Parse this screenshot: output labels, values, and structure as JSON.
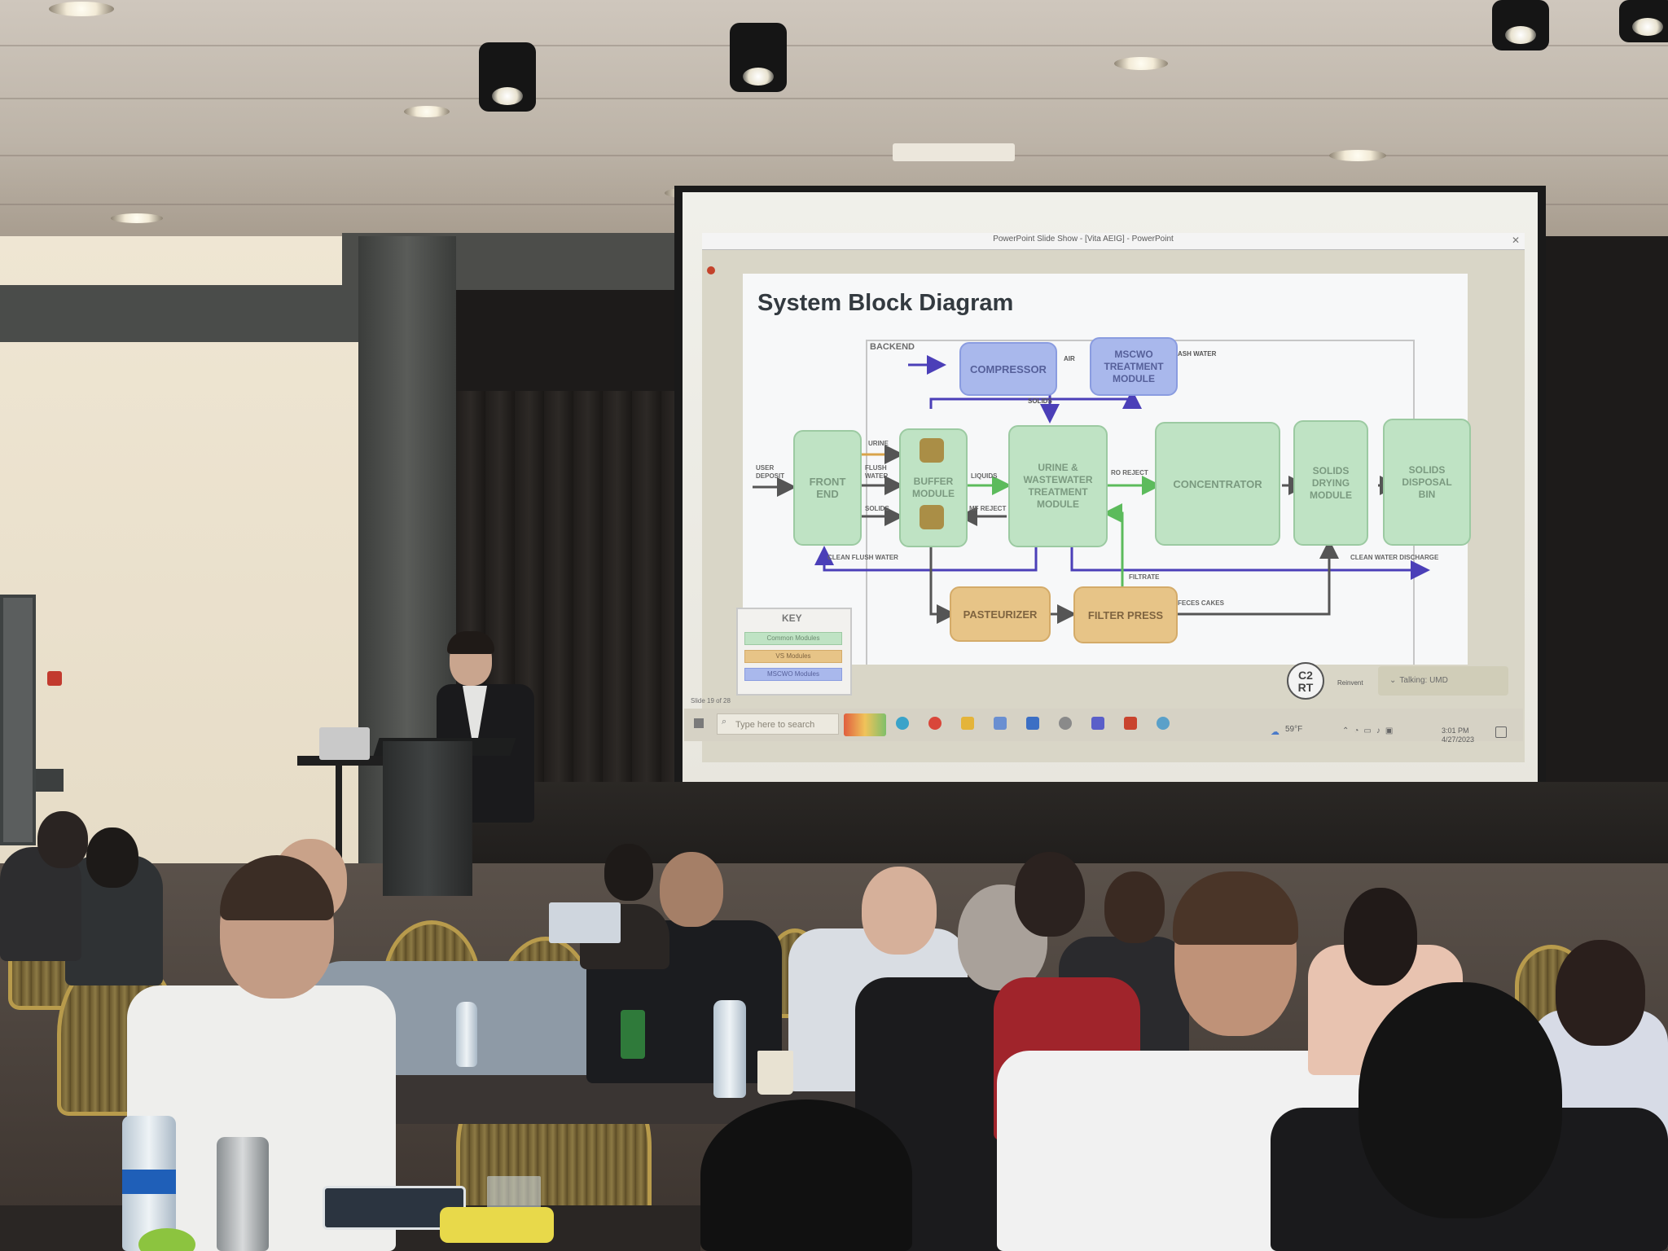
{
  "slideshow": {
    "window_title": "PowerPoint Slide Show - [Vita AEIG] - PowerPoint",
    "slide_title": "System Block Diagram",
    "slide_counter": "Slide 19 of 28"
  },
  "diagram": {
    "region_label": "BACKEND",
    "blocks": {
      "compressor": "COMPRESSOR",
      "mscwo": "MSCWO\nTREATMENT\nMODULE",
      "front_end": "FRONT\nEND",
      "buffer": "BUFFER\nMODULE",
      "urine_treatment": "URINE &\nWASTEWATER\nTREATMENT\nMODULE",
      "concentrator": "CONCENTRATOR",
      "solids_drying": "SOLIDS\nDRYING\nMODULE",
      "solids_disposal": "SOLIDS\nDISPOSAL\nBIN",
      "pasteurizer": "PASTEURIZER",
      "filter_press": "FILTER PRESS"
    },
    "flow_labels": {
      "air": "AIR",
      "ash_water": "ASH WATER",
      "solids_top": "SOLIDS",
      "user_deposit": "USER\nDEPOSIT",
      "urine": "URINE",
      "flush_water": "FLUSH\nWATER",
      "solids_left": "SOLIDS",
      "liquids": "LIQUIDS",
      "mf_reject": "MF REJECT",
      "ro_reject": "RO REJECT",
      "clean_flush_water": "CLEAN FLUSH WATER",
      "clean_water_discharge": "CLEAN WATER DISCHARGE",
      "filtrate": "FILTRATE",
      "feces_cakes": "FECES CAKES"
    },
    "key": {
      "title": "KEY",
      "items": [
        "Common Modules",
        "VS Modules",
        "MSCWO Modules"
      ]
    }
  },
  "presenter_badge": {
    "talking": "Talking: UMD",
    "logo_text": "C2\nRT",
    "sponsor": "Reinvent"
  },
  "taskbar": {
    "search_placeholder": "Type here to search",
    "weather": "59°F",
    "clock_time": "3:01 PM",
    "clock_date": "4/27/2023"
  },
  "colors": {
    "core_module": "#bfe3c4",
    "vs_module": "#e7c487",
    "mscwo_module": "#a9b8ec",
    "flow_blue": "#4b3fb8",
    "flow_green": "#5cbb5c",
    "flow_dark": "#555555"
  }
}
